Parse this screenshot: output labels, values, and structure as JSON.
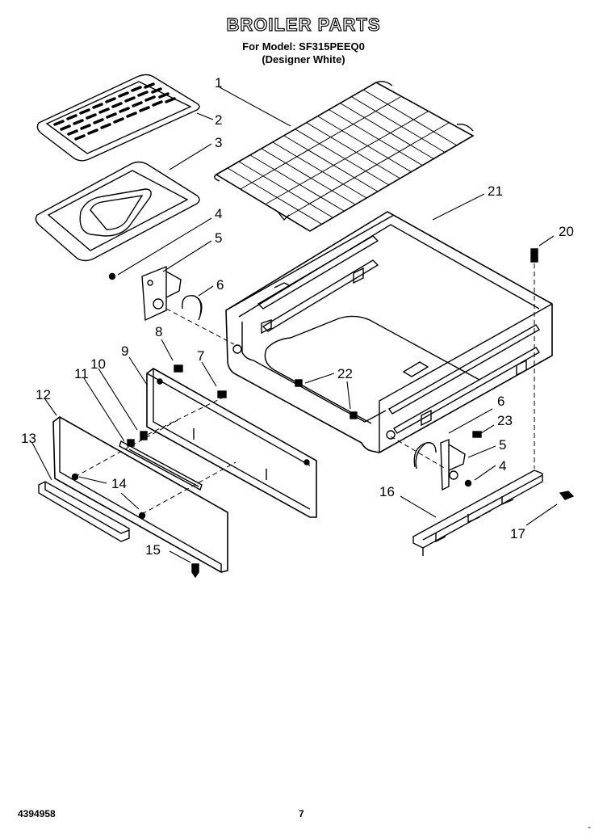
{
  "header": {
    "title": "BROILER PARTS",
    "model_line": "For Model: SF315PEEQ0",
    "color_line": "(Designer White)"
  },
  "callouts": [
    "1",
    "2",
    "3",
    "4",
    "5",
    "6",
    "7",
    "8",
    "9",
    "10",
    "11",
    "12",
    "13",
    "14",
    "15",
    "16",
    "17",
    "20",
    "21",
    "22",
    "23",
    "6",
    "5",
    "4"
  ],
  "footer": {
    "doc_number": "4394958",
    "page_number": "7",
    "corner_mark": "-"
  }
}
